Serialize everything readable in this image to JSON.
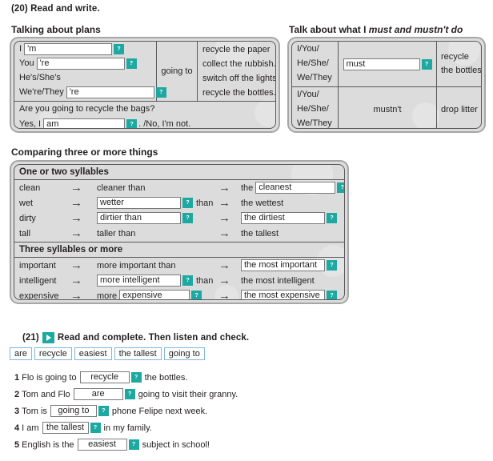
{
  "exercise20": {
    "heading": "(20) Read and write.",
    "plans": {
      "title": "Talking about plans",
      "rows": [
        {
          "subject": "I",
          "answer": "'m",
          "has_input": true,
          "input_width": 110
        },
        {
          "subject": "You",
          "answer": "'re",
          "has_input": true,
          "input_width": 110
        },
        {
          "subject": "He's/She's",
          "answer": "",
          "has_input": false,
          "input_width": 0
        },
        {
          "subject": "We're/They",
          "answer": "'re",
          "has_input": true,
          "input_width": 110
        }
      ],
      "middle_label": "going to",
      "right_items": [
        "recycle the paper",
        "collect the rubbish.",
        "switch off the lights.",
        "recycle the bottles."
      ],
      "question": "Are you going to recycle the bags?",
      "answer_prefix": "Yes, I",
      "answer_value": "am",
      "answer_suffix": ". /No, I'm not."
    },
    "must": {
      "title_plain": "Talk about what I ",
      "title_italic": "must and mustn't do",
      "rows": [
        {
          "subjects": [
            "I/You/",
            "He/She/",
            "We/They"
          ],
          "middle_value": "must",
          "middle_has_input": true,
          "right": [
            "recycle",
            "the bottles."
          ]
        },
        {
          "subjects": [
            "I/You/",
            "He/She/",
            "We/They"
          ],
          "middle_value": "mustn't",
          "middle_has_input": false,
          "right": [
            "drop litter"
          ]
        }
      ]
    },
    "comparing": {
      "title": "Comparing three or more things",
      "group1_header": "One or two syllables",
      "group1_rows": [
        {
          "base": "clean",
          "comp_prefix": "",
          "comp_value": "cleaner than",
          "comp_input": false,
          "comp_suffix": "",
          "sup_prefix": "the",
          "sup_value": "cleanest",
          "sup_input": true,
          "sup_width": 100
        },
        {
          "base": "wet",
          "comp_prefix": "",
          "comp_value": "wetter",
          "comp_input": true,
          "comp_width": 105,
          "comp_suffix": "than",
          "sup_prefix": "",
          "sup_value": "the wettest",
          "sup_input": false,
          "sup_width": 0
        },
        {
          "base": "dirty",
          "comp_prefix": "",
          "comp_value": "dirtier than",
          "comp_input": true,
          "comp_width": 105,
          "comp_suffix": "",
          "sup_prefix": "",
          "sup_value": "the dirtiest",
          "sup_input": true,
          "sup_width": 105
        },
        {
          "base": "tall",
          "comp_prefix": "",
          "comp_value": "taller than",
          "comp_input": false,
          "comp_suffix": "",
          "sup_prefix": "",
          "sup_value": "the tallest",
          "sup_input": false,
          "sup_width": 0
        }
      ],
      "group2_header": "Three syllables or more",
      "group2_rows": [
        {
          "base": "important",
          "comp_prefix": "",
          "comp_value": "more important than",
          "comp_input": false,
          "comp_suffix": "",
          "sup_prefix": "",
          "sup_value": "the most important",
          "sup_input": true,
          "sup_width": 105
        },
        {
          "base": "intelligent",
          "comp_prefix": "",
          "comp_value": "more intelligent",
          "comp_input": true,
          "comp_width": 105,
          "comp_suffix": "than",
          "sup_prefix": "",
          "sup_value": "the most intelligent",
          "sup_input": false,
          "sup_width": 0
        },
        {
          "base": "expensive",
          "comp_prefix": "more",
          "comp_value": "expensive",
          "comp_input": true,
          "comp_width": 88,
          "comp_suffix": "",
          "sup_prefix": "",
          "sup_value": "the most expensive",
          "sup_input": true,
          "sup_width": 105
        }
      ]
    }
  },
  "exercise21": {
    "number": "(21)",
    "heading": "Read and complete. Then listen and check.",
    "play_icon": "play-icon",
    "word_bank": [
      "are",
      "recycle",
      "easiest",
      "the tallest",
      "going to"
    ],
    "questions": [
      {
        "num": "1",
        "before": "Flo is going to",
        "answer": "recycle",
        "after": "the bottles.",
        "width": 62
      },
      {
        "num": "2",
        "before": "Tom and Flo",
        "answer": "are",
        "after": "going to visit their granny.",
        "width": 62
      },
      {
        "num": "3",
        "before": "Tom is",
        "answer": "going to",
        "after": "phone Felipe next week.",
        "width": 58
      },
      {
        "num": "4",
        "before": "I am",
        "answer": "the tallest",
        "after": "in my family.",
        "width": 58
      },
      {
        "num": "5",
        "before": "English is the",
        "answer": "easiest",
        "after": "subject in school!",
        "width": 62
      }
    ]
  },
  "colors": {
    "teal": "#1da9a1",
    "panel": "#dcdcdc",
    "frame": "#a6a6a6",
    "chip_border": "#7fb8dd"
  }
}
